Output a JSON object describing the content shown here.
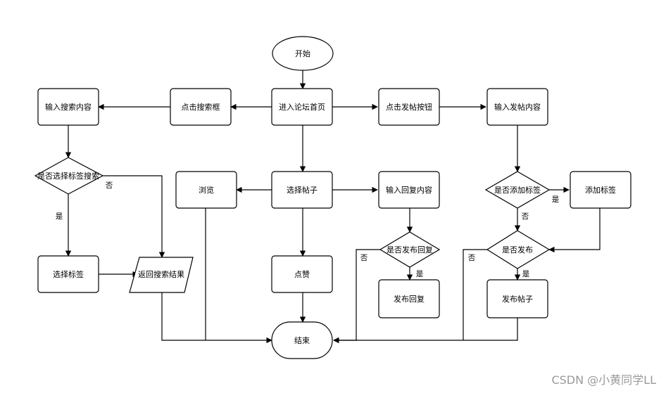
{
  "nodes": {
    "start": "开始",
    "enter_home": "进入论坛首页",
    "click_search_box": "点击搜索框",
    "input_search": "输入搜索内容",
    "click_post_btn": "点击发帖按钮",
    "input_post": "输入发帖内容",
    "choose_tag_search": "是否选择标签搜索",
    "choose_tag": "选择标签",
    "return_results": "返回搜索结果",
    "browse": "浏览",
    "select_post": "选择帖子",
    "like": "点赞",
    "input_reply": "输入回复内容",
    "publish_reply_q": "是否发布回复",
    "publish_reply": "发布回复",
    "add_tag_q": "是否添加标签",
    "add_tag": "添加标签",
    "publish_q": "是否发布",
    "publish_post": "发布帖子",
    "end": "结束"
  },
  "edge_labels": {
    "tag_search_no": "否",
    "tag_search_yes": "是",
    "reply_no": "否",
    "reply_yes": "是",
    "add_tag_yes": "是",
    "add_tag_no": "否",
    "publish_no": "否",
    "publish_yes": "是"
  },
  "watermark": "CSDN @小黄同学LL"
}
